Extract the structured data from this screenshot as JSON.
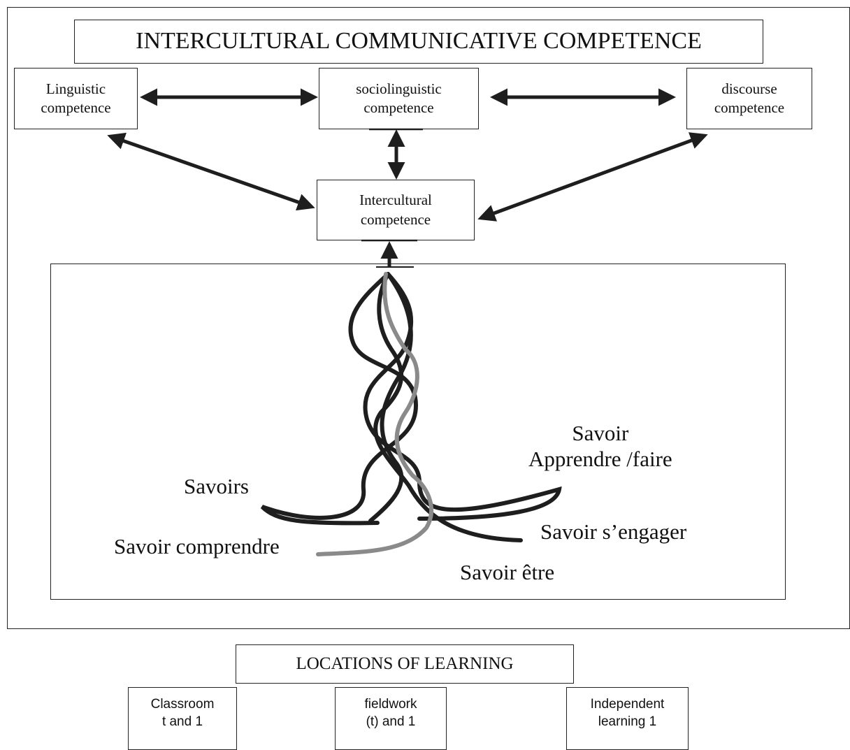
{
  "title": "INTERCULTURAL COMMUNICATIVE COMPETENCE",
  "competences": {
    "linguistic": "Linguistic\ncompetence",
    "sociolinguistic": "sociolinguistic\ncompetence",
    "discourse": "discourse\ncompetence",
    "intercultural": "Intercultural\ncompetence"
  },
  "savoirs": {
    "savoirs": "Savoirs",
    "comprendre": "Savoir comprendre",
    "apprendre": "Savoir\nApprendre /faire",
    "engager": "Savoir s’engager",
    "etre": "Savoir être"
  },
  "locations": {
    "title": "LOCATIONS OF LEARNING",
    "classroom": "Classroom\nt and 1",
    "fieldwork": "fieldwork\n(t) and 1",
    "independent": "Independent\nlearning 1"
  },
  "colors": {
    "line": "#1e1e1e",
    "grey_strand": "#8a8a8a"
  }
}
